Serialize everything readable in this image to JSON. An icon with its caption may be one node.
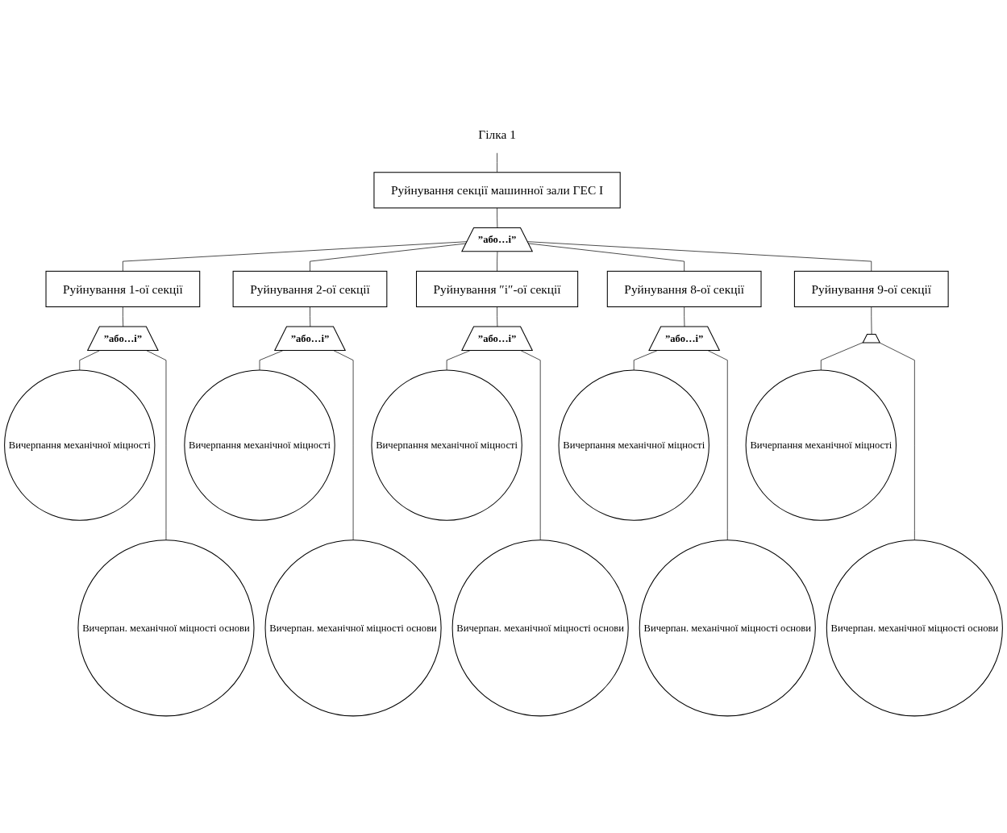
{
  "diagram": {
    "nodes": [
      {
        "text": [
          "Гілка 1"
        ]
      },
      {
        "text": [
          "Руйнування секції машинної зали ГЕС І"
        ]
      },
      {
        "text": [
          "”або…і”"
        ]
      },
      {
        "text": [
          "Руйнування 1-ої секції"
        ]
      },
      {
        "text": [
          "Руйнування 2-ої секції"
        ]
      },
      {
        "text": [
          "Руйнування ″і″-ої секції"
        ]
      },
      {
        "text": [
          "Руйнування 8-ої секції"
        ]
      },
      {
        "text": [
          "Руйнування 9-ої секції"
        ]
      },
      {
        "text": [
          "”або…і”"
        ]
      },
      {
        "text": [
          "”або…і”"
        ]
      },
      {
        "text": [
          "”або…і”"
        ]
      },
      {
        "text": [
          "”або…і”"
        ]
      },
      {
        "text": [],
        "shape": "box"
      },
      {
        "text": [
          "Вичерпання механічної міцності"
        ]
      },
      {
        "text": [
          "Вичерпання механічної міцності"
        ]
      },
      {
        "text": [
          "Вичерпання механічної міцності"
        ]
      },
      {
        "text": [
          "Вичерпання механічної міцності"
        ]
      },
      {
        "text": [
          "Вичерпання механічної міцності"
        ]
      },
      {
        "text": [
          "Вичерпан. механічної міцності основи"
        ]
      },
      {
        "text": [
          "Вичерпан. механічної міцності основи"
        ]
      },
      {
        "text": [
          "Вичерпан. механічної міцності основи"
        ]
      },
      {
        "text": [
          "Вичерпан. механічної міцності основи"
        ]
      },
      {
        "text": [
          "Вичерпан. механічної міцності основи"
        ]
      }
    ],
    "edges": [
      {
        "from": 0,
        "to": 1,
        "arrow": "none"
      },
      {
        "from": 1,
        "to": 2,
        "arrow": "none"
      },
      {
        "from": 2,
        "to": 3,
        "arrow": "none"
      },
      {
        "from": 2,
        "to": 4,
        "arrow": "none"
      },
      {
        "from": 2,
        "to": 5,
        "arrow": "none"
      },
      {
        "from": 2,
        "to": 6,
        "arrow": "none"
      },
      {
        "from": 2,
        "to": 7,
        "arrow": "none"
      },
      {
        "from": 3,
        "to": 8,
        "arrow": "none"
      },
      {
        "from": 4,
        "to": 9,
        "arrow": "none"
      },
      {
        "from": 5,
        "to": 10,
        "arrow": "none"
      },
      {
        "from": 6,
        "to": 11,
        "arrow": "none"
      },
      {
        "from": 7,
        "to": 12,
        "arrow": "none"
      },
      {
        "from": 8,
        "to": 13,
        "arrow": "none"
      },
      {
        "from": 8,
        "to": 18,
        "arrow": "none"
      },
      {
        "from": 9,
        "to": 14,
        "arrow": "none"
      },
      {
        "from": 9,
        "to": 19,
        "arrow": "none"
      },
      {
        "from": 10,
        "to": 15,
        "arrow": "none"
      },
      {
        "from": 10,
        "to": 20,
        "arrow": "none"
      },
      {
        "from": 11,
        "to": 16,
        "arrow": "none"
      },
      {
        "from": 11,
        "to": 21,
        "arrow": "none"
      },
      {
        "from": 12,
        "to": 17,
        "arrow": "none"
      },
      {
        "from": 12,
        "to": 22,
        "arrow": "none"
      }
    ]
  }
}
